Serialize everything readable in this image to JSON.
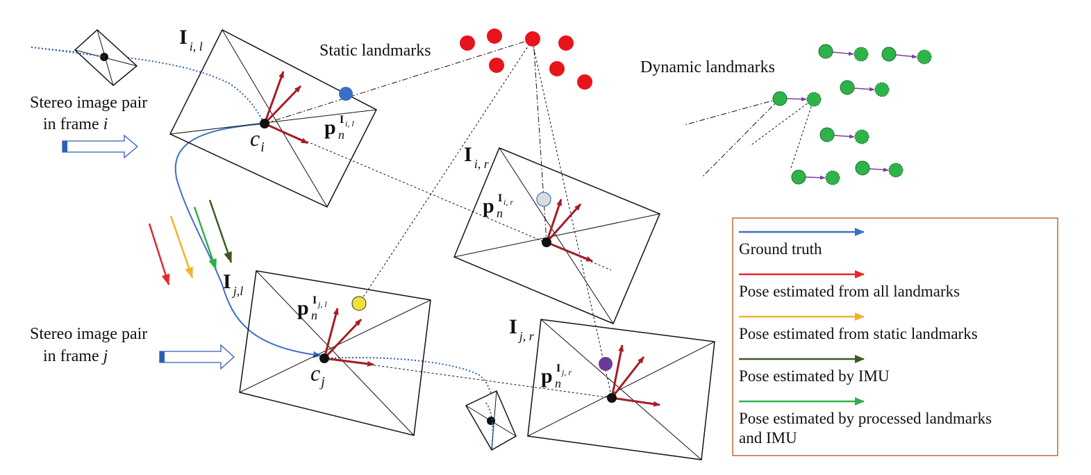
{
  "labels": {
    "static_landmarks": "Static landmarks",
    "dynamic_landmarks": "Dynamic landmarks",
    "stereo_i_line1": "Stereo image pair",
    "stereo_i_line2": "in frame ",
    "stereo_i_var": "i",
    "stereo_j_line1": "Stereo image pair",
    "stereo_j_line2": "in frame ",
    "stereo_j_var": "j"
  },
  "images": {
    "il": {
      "main": "I",
      "sub": "i, l"
    },
    "ir": {
      "main": "I",
      "sub": "i, r"
    },
    "jl": {
      "main": "I",
      "sub": "j,l"
    },
    "jr": {
      "main": "I",
      "sub": "j, r"
    }
  },
  "projections": {
    "il": {
      "p": "p",
      "n": "n",
      "I": "I",
      "sub": "i, l"
    },
    "ir": {
      "p": "p",
      "n": "n",
      "I": "I",
      "sub": "i, r"
    },
    "jl": {
      "p": "p",
      "n": "n",
      "I": "I",
      "sub": "j, l"
    },
    "jr": {
      "p": "p",
      "n": "n",
      "I": "I",
      "sub": "j, r"
    }
  },
  "camera_centers": {
    "ci": {
      "c": "c",
      "sub": "i"
    },
    "cj": {
      "c": "c",
      "sub": "j"
    }
  },
  "legend": {
    "items": [
      {
        "label": "Ground truth",
        "color": "#3a6fc4"
      },
      {
        "label": "Pose estimated from all landmarks",
        "color": "#e8252a"
      },
      {
        "label": "Pose estimated from static landmarks",
        "color": "#f0b429"
      },
      {
        "label": "Pose estimated by IMU",
        "color": "#3b5a1e"
      },
      {
        "label": "Pose estimated by processed landmarks",
        "label2": "and IMU",
        "color": "#2fb04a"
      }
    ],
    "border_color": "#c0693a"
  },
  "colors": {
    "pose_arrow": "#a51c24",
    "static_landmark": "#e8141b",
    "dynamic_landmark": "#2db34a",
    "dynamic_motion": "#7a3fa0",
    "trajectory": "#2e5fb0",
    "proj_il": "#3a6fc4",
    "proj_ir": "#dcdcdc",
    "proj_jl": "#f0e23a",
    "proj_jr": "#6a3a9a"
  }
}
